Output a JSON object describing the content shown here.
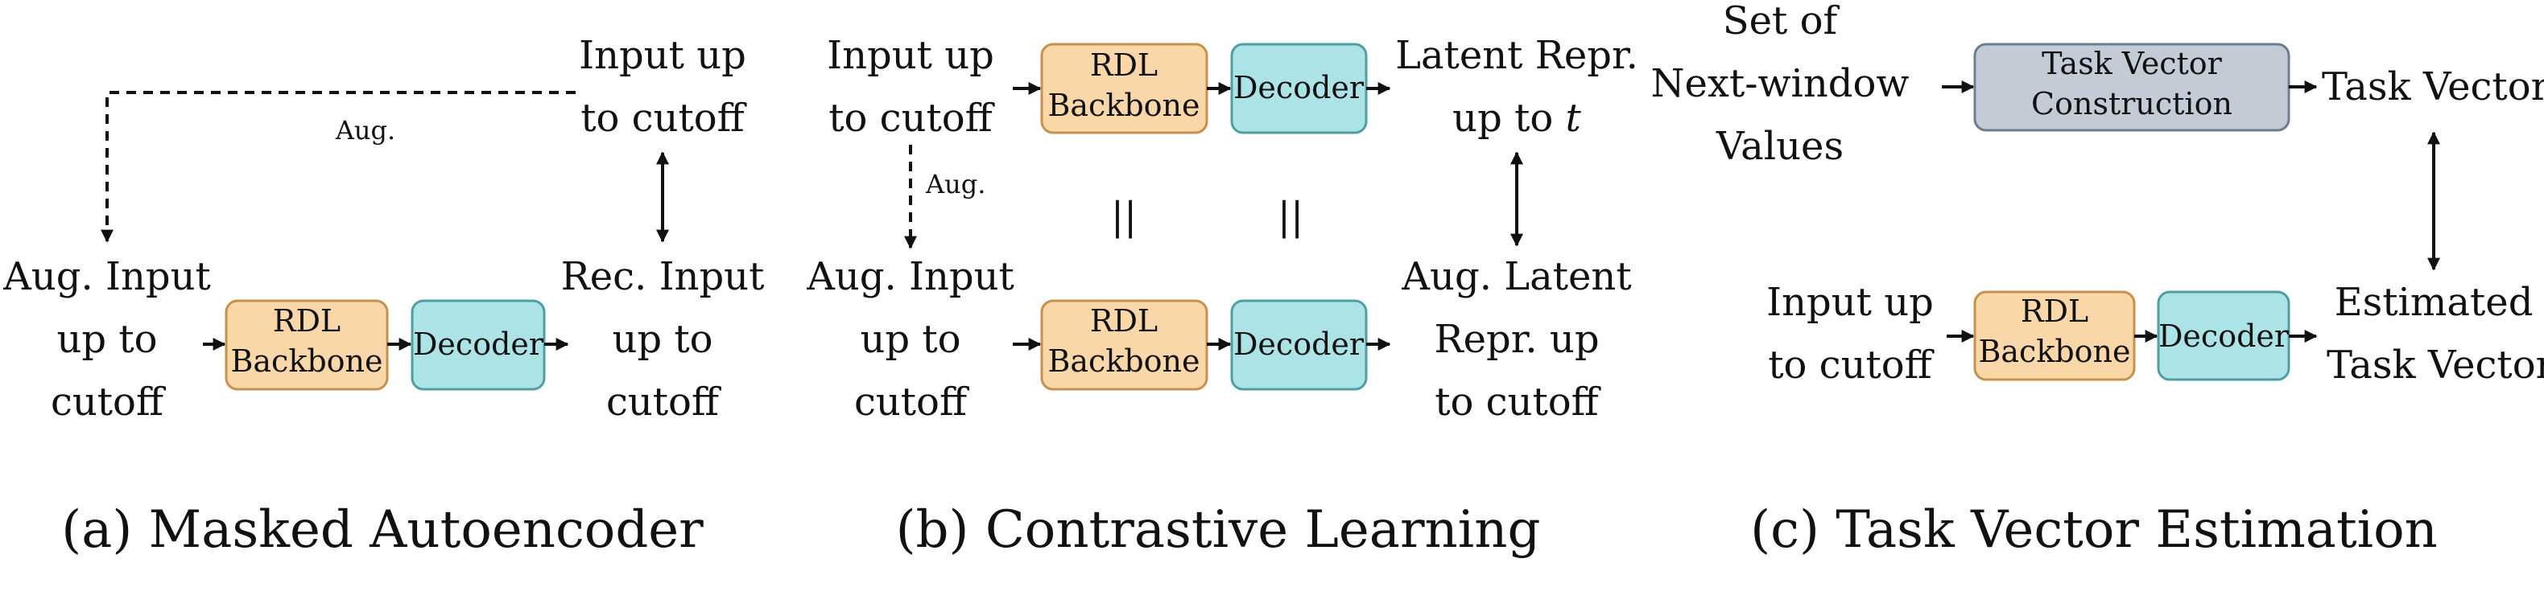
{
  "colors": {
    "backbone_fill": "#FAD7A8",
    "backbone_stroke": "#C8914B",
    "decoder_fill": "#ACE3E6",
    "decoder_stroke": "#4F9EA3",
    "task_vector_fill": "#C3CCD6",
    "task_vector_stroke": "#6E7D8C",
    "line": "#111111"
  },
  "panel_a": {
    "caption": "(a) Masked Autoencoder",
    "input_top": [
      "Input up",
      "to cutoff"
    ],
    "aug_label": "Aug.",
    "aug_input": [
      "Aug. Input",
      "up to",
      "cutoff"
    ],
    "backbone": [
      "RDL",
      "Backbone"
    ],
    "decoder": "Decoder",
    "rec_input": [
      "Rec. Input",
      "up to",
      "cutoff"
    ]
  },
  "panel_b": {
    "caption": "(b) Contrastive Learning",
    "input_top": [
      "Input up",
      "to cutoff"
    ],
    "backbone_top": [
      "RDL",
      "Backbone"
    ],
    "decoder_top": "Decoder",
    "latent_top": [
      "Latent Repr.",
      "up to t"
    ],
    "aug_label": "Aug.",
    "shared_symbol": "||",
    "aug_input": [
      "Aug. Input",
      "up to",
      "cutoff"
    ],
    "backbone_bottom": [
      "RDL",
      "Backbone"
    ],
    "decoder_bottom": "Decoder",
    "latent_bottom": [
      "Aug. Latent",
      "Repr. up",
      "to cutoff"
    ]
  },
  "panel_c": {
    "caption": "(c) Task Vector Estimation",
    "values_input": [
      "Set of",
      "Next-window",
      "Values"
    ],
    "construction": [
      "Task Vector",
      "Construction"
    ],
    "task_vector": "Task Vector",
    "input": [
      "Input up",
      "to cutoff"
    ],
    "backbone": [
      "RDL",
      "Backbone"
    ],
    "decoder": "Decoder",
    "estimated": [
      "Estimated",
      "Task Vector"
    ]
  }
}
